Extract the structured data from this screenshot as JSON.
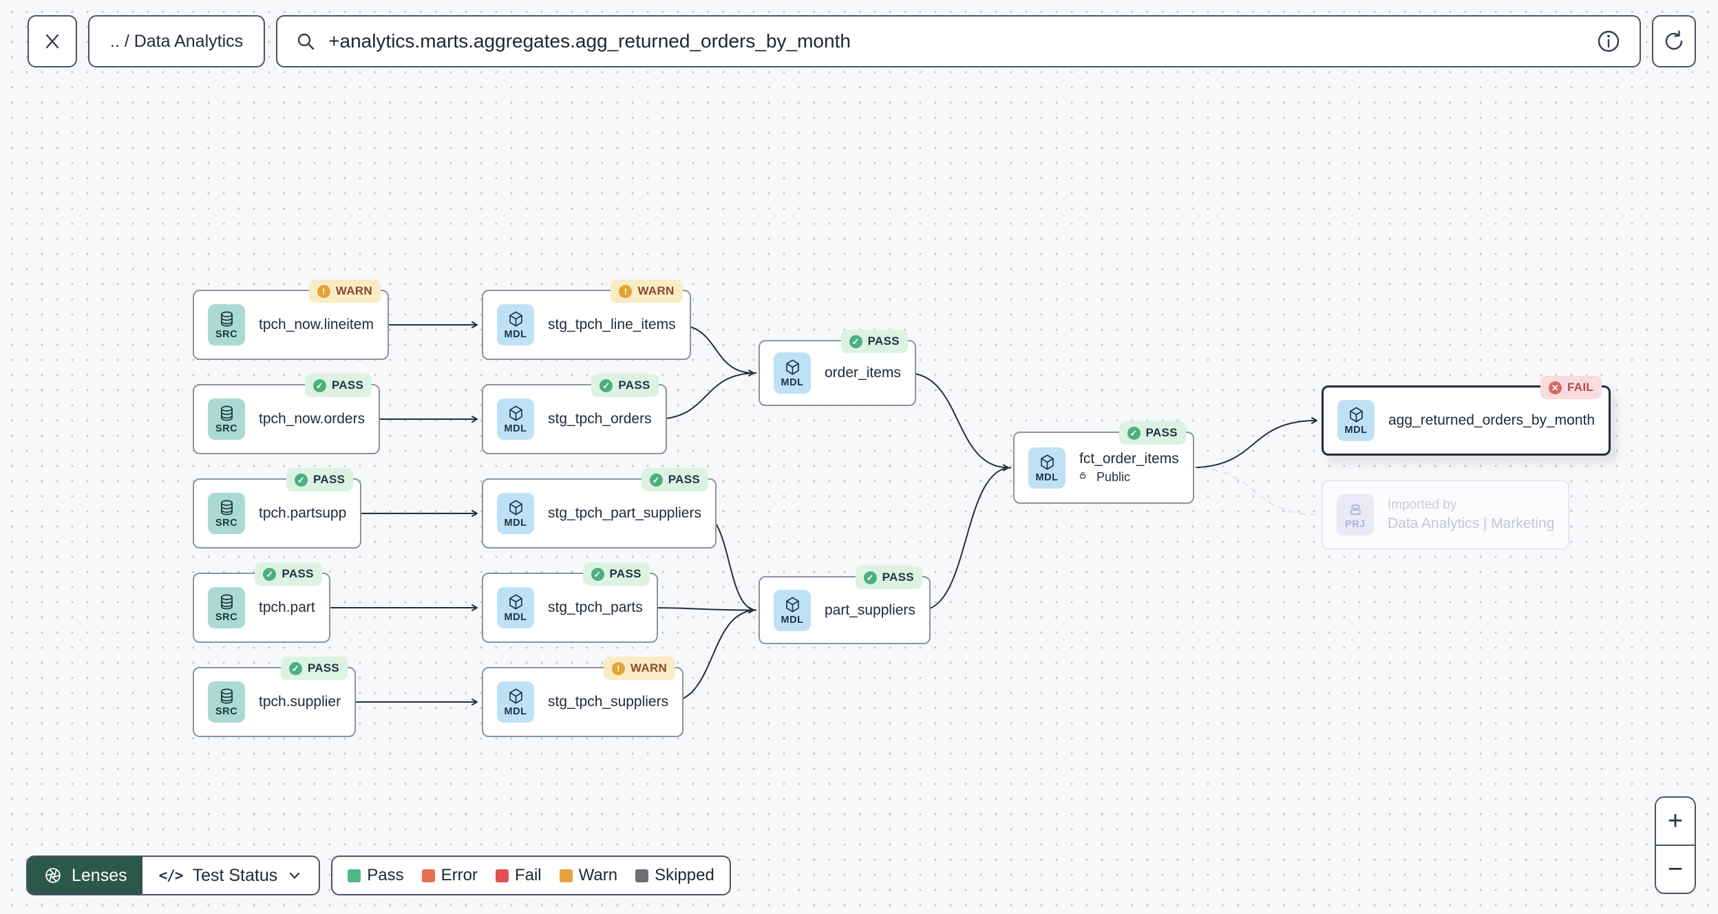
{
  "toolbar": {
    "breadcrumb": ".. / Data Analytics",
    "search_value": "+analytics.marts.aggregates.agg_returned_orders_by_month"
  },
  "kinds": {
    "SRC": {
      "label": "SRC",
      "bg": "#abdad3",
      "text": "#1d3538",
      "icon": "database-icon"
    },
    "MDL": {
      "label": "MDL",
      "bg": "#bfe1f6",
      "text": "#1c3345",
      "icon": "cube-icon"
    },
    "PRJ": {
      "label": "PRJ",
      "bg": "#e9e9f7",
      "text": "#aeb2d2",
      "icon": "briefcase-icon"
    }
  },
  "statuses": {
    "PASS": {
      "label": "PASS",
      "glyph": "✓",
      "bg": "#dcf3e3",
      "icon_bg": "#4caf7e",
      "text": "#253243"
    },
    "WARN": {
      "label": "WARN",
      "glyph": "!",
      "bg": "#f9ecc4",
      "icon_bg": "#e2a336",
      "text": "#8a4a2e"
    },
    "FAIL": {
      "label": "FAIL",
      "glyph": "✕",
      "bg": "#f8dcde",
      "icon_bg": "#d66a66",
      "text": "#bb4a47"
    }
  },
  "nodes": [
    {
      "id": "tpch_now_lineitem",
      "kind": "SRC",
      "label": "tpch_now.lineitem",
      "status": "WARN"
    },
    {
      "id": "stg_tpch_line_items",
      "kind": "MDL",
      "label": "stg_tpch_line_items",
      "status": "WARN"
    },
    {
      "id": "tpch_now_orders",
      "kind": "SRC",
      "label": "tpch_now.orders",
      "status": "PASS"
    },
    {
      "id": "stg_tpch_orders",
      "kind": "MDL",
      "label": "stg_tpch_orders",
      "status": "PASS"
    },
    {
      "id": "tpch_partsupp",
      "kind": "SRC",
      "label": "tpch.partsupp",
      "status": "PASS"
    },
    {
      "id": "stg_tpch_part_suppliers",
      "kind": "MDL",
      "label": "stg_tpch_part_suppliers",
      "status": "PASS"
    },
    {
      "id": "tpch_part",
      "kind": "SRC",
      "label": "tpch.part",
      "status": "PASS"
    },
    {
      "id": "stg_tpch_parts",
      "kind": "MDL",
      "label": "stg_tpch_parts",
      "status": "PASS"
    },
    {
      "id": "tpch_supplier",
      "kind": "SRC",
      "label": "tpch.supplier",
      "status": "PASS"
    },
    {
      "id": "stg_tpch_suppliers",
      "kind": "MDL",
      "label": "stg_tpch_suppliers",
      "status": "WARN"
    },
    {
      "id": "order_items",
      "kind": "MDL",
      "label": "order_items",
      "status": "PASS"
    },
    {
      "id": "part_suppliers",
      "kind": "MDL",
      "label": "part_suppliers",
      "status": "PASS"
    },
    {
      "id": "fct_order_items",
      "kind": "MDL",
      "label": "fct_order_items",
      "status": "PASS",
      "access": "Public"
    },
    {
      "id": "agg_returned_orders_by_month",
      "kind": "MDL",
      "label": "agg_returned_orders_by_month",
      "status": "FAIL",
      "selected": true
    },
    {
      "id": "imported_by",
      "kind": "PRJ",
      "label": "Data Analytics | Marketing",
      "sublabel": "Imported by",
      "muted": true
    }
  ],
  "edges": [
    {
      "from": "tpch_now_lineitem",
      "to": "stg_tpch_line_items",
      "arrow": true
    },
    {
      "from": "tpch_now_orders",
      "to": "stg_tpch_orders",
      "arrow": true
    },
    {
      "from": "tpch_partsupp",
      "to": "stg_tpch_part_suppliers",
      "arrow": true
    },
    {
      "from": "tpch_part",
      "to": "stg_tpch_parts",
      "arrow": true
    },
    {
      "from": "tpch_supplier",
      "to": "stg_tpch_suppliers",
      "arrow": true
    },
    {
      "from": "stg_tpch_line_items",
      "to": "order_items",
      "arrow": true
    },
    {
      "from": "stg_tpch_orders",
      "to": "order_items",
      "arrow": false
    },
    {
      "from": "stg_tpch_part_suppliers",
      "to": "part_suppliers",
      "arrow": false
    },
    {
      "from": "stg_tpch_parts",
      "to": "part_suppliers",
      "arrow": true
    },
    {
      "from": "stg_tpch_suppliers",
      "to": "part_suppliers",
      "arrow": false
    },
    {
      "from": "order_items",
      "to": "fct_order_items",
      "arrow": true
    },
    {
      "from": "part_suppliers",
      "to": "fct_order_items",
      "arrow": false
    },
    {
      "from": "fct_order_items",
      "to": "agg_returned_orders_by_month",
      "arrow": true
    },
    {
      "from": "fct_order_items",
      "to": "imported_by",
      "arrow": false,
      "dashed": true
    }
  ],
  "footer": {
    "lenses_label": "Lenses",
    "lens_selected": "Test Status",
    "code_glyph": "</>",
    "legend": [
      {
        "label": "Pass",
        "color": "#52b788"
      },
      {
        "label": "Error",
        "color": "#e76f51"
      },
      {
        "label": "Fail",
        "color": "#e05252"
      },
      {
        "label": "Warn",
        "color": "#e9a23b"
      },
      {
        "label": "Skipped",
        "color": "#6c6f74"
      }
    ]
  },
  "zoom_controls": {
    "zoom_in": "+",
    "zoom_out": "−"
  }
}
